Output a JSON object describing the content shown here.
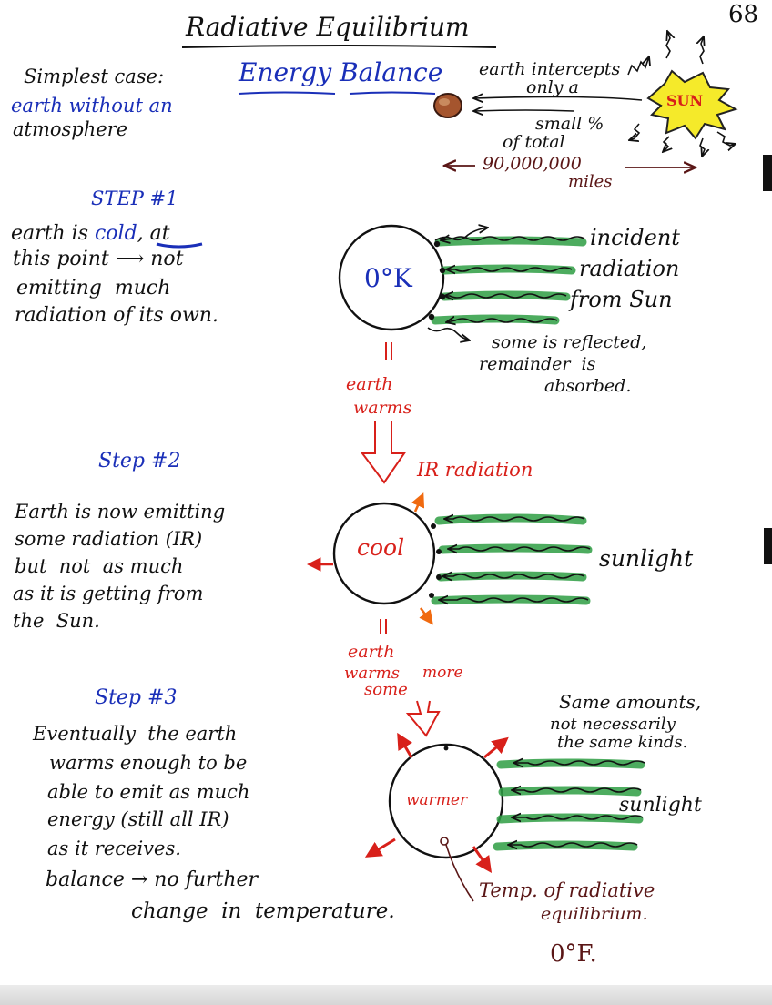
{
  "page_number": "68",
  "title": "Radiative Equilibrium",
  "subtitle": "Energy Balance",
  "intro": {
    "line1": "Simplest case:",
    "line2": "earth without an",
    "line3": "atmosphere"
  },
  "top_diagram": {
    "sun_label": "SUN",
    "intercept_line1": "earth intercepts",
    "intercept_line2": "only a",
    "intercept_line3": "small %",
    "intercept_line4": "of total",
    "distance_value": "90,000,000",
    "distance_unit": "miles"
  },
  "step1": {
    "heading": "STEP #1",
    "text_line1_a": "earth is ",
    "text_line1_b": "cold",
    "text_line1_c": ", at",
    "text_line2": "this point ⟶ not",
    "text_line3": "emitting  much",
    "text_line4": "radiation of its own.",
    "earth_label": "0°K",
    "incident_line1": "incident",
    "incident_line2": "radiation",
    "incident_line3": "from Sun",
    "reflect_line1": "some is reflected,",
    "reflect_line2": "remainder  is",
    "reflect_line3": "absorbed.",
    "transition_line1": "earth",
    "transition_line2": "warms"
  },
  "step2": {
    "heading": "Step #2",
    "text_line1": "Earth is now emitting",
    "text_line2": "some radiation (IR)",
    "text_line3": "but  not  as much",
    "text_line4": "as it is getting from",
    "text_line5": "the  Sun.",
    "earth_label": "cool",
    "ir_label": "IR radiation",
    "sunlight_label": "sunlight",
    "transition_line1": "earth",
    "transition_line2": "warms",
    "transition_line3": "some",
    "transition_more": "more"
  },
  "step3": {
    "heading": "Step #3",
    "text_line1": "Eventually  the earth",
    "text_line2": "warms enough to be",
    "text_line3": "able to emit as much",
    "text_line4": "energy (still all IR)",
    "text_line5": "as it receives.",
    "text_line6": "balance → no further",
    "text_line7": "change  in  temperature.",
    "earth_label": "warmer",
    "same_line1": "Same amounts,",
    "same_line2": "not necessarily",
    "same_line3": "the same kinds.",
    "sunlight_label": "sunlight",
    "temp_line1": "Temp. of radiative",
    "temp_line2": "equilibrium.",
    "temp_value": "0°F."
  },
  "colors": {
    "ink": "#111111",
    "blue": "#1a2fb8",
    "red": "#d8201a",
    "green": "#2e9e44",
    "brown": "#5a1616",
    "sun_yellow": "#f5ea2a"
  }
}
